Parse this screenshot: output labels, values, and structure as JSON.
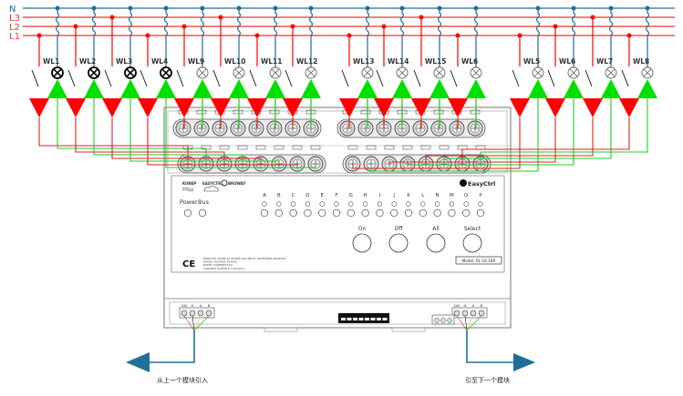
{
  "buses": [
    {
      "label": "N",
      "color": "#1f6f9a"
    },
    {
      "label": "L3",
      "color": "#e8343a"
    },
    {
      "label": "L2",
      "color": "#e8343a"
    },
    {
      "label": "L1",
      "color": "#e8343a"
    }
  ],
  "colors": {
    "neutral": "#1f6f9a",
    "live": "#ff0000",
    "return": "#00e000",
    "wire_live": "#e02020",
    "wire_green": "#22cc22"
  },
  "circuits": [
    {
      "label": "WL1",
      "phase": "L1",
      "lamp_style": "bold"
    },
    {
      "label": "WL2",
      "phase": "L2",
      "lamp_style": "bold"
    },
    {
      "label": "WL3",
      "phase": "L3",
      "lamp_style": "bold"
    },
    {
      "label": "WL4",
      "phase": "L1",
      "lamp_style": "bold"
    },
    {
      "label": "WL9",
      "phase": "L2",
      "lamp_style": "light"
    },
    {
      "label": "WL10",
      "phase": "L3",
      "lamp_style": "light"
    },
    {
      "label": "WL11",
      "phase": "L1",
      "lamp_style": "light"
    },
    {
      "label": "WL12",
      "phase": "L2",
      "lamp_style": "light"
    },
    {
      "label": "WL13",
      "phase": "L1",
      "lamp_style": "light"
    },
    {
      "label": "WL14",
      "phase": "L2",
      "lamp_style": "light"
    },
    {
      "label": "WL15",
      "phase": "L3",
      "lamp_style": "light"
    },
    {
      "label": "WL6",
      "phase": "L1",
      "lamp_style": "light"
    },
    {
      "label": "WL5",
      "phase": "L1",
      "lamp_style": "light"
    },
    {
      "label": "WL6",
      "phase": "L2",
      "lamp_style": "light"
    },
    {
      "label": "WL7",
      "phase": "L3",
      "lamp_style": "light"
    },
    {
      "label": "WL8",
      "phase": "L1",
      "lamp_style": "light"
    }
  ],
  "device": {
    "brand": "EasyCtrl",
    "logos": [
      "KUNEP",
      "EASYCTRL",
      "BROWAY"
    ],
    "power_label": "Power",
    "bus_label": "Bus",
    "channels": [
      "A",
      "B",
      "C",
      "D",
      "E",
      "F",
      "G",
      "H",
      "I",
      "J",
      "K",
      "L",
      "N",
      "M",
      "O",
      "P"
    ],
    "buttons": [
      "On",
      "Off",
      "All",
      "Select"
    ],
    "ce_mark": "CE",
    "product_info": [
      "PRODUCT NAME:16 ZONES 16A RELAY SWITCHING MODULE;",
      "RATED VOLTAGE:250VAC;",
      "RATED CURRENT:16A;",
      "CURRENT SURGE:5-10A/20ms;"
    ],
    "model": "Model: RL 16.16A",
    "bus_terminals": [
      "24V",
      "G",
      "A",
      "B"
    ]
  },
  "bus_in_label": "从上一个模块引入",
  "bus_out_label": "引至下一个模块"
}
